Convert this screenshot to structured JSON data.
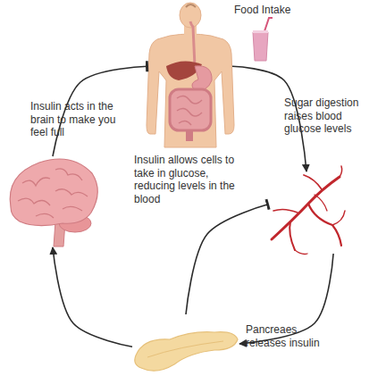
{
  "diagram": {
    "nodes": [
      {
        "text": [
          "Food Intake"
        ]
      },
      {
        "text": []
      },
      {
        "text": [
          "Pancreaes releases insulin"
        ]
      },
      {
        "text": []
      }
    ],
    "edges": [
      {
        "from": 0,
        "to": 1,
        "arrow": "to",
        "label": "Sugar digestion raises blood glucose levels"
      },
      {
        "from": 1,
        "to": 2,
        "arrow": "to"
      },
      {
        "from": 2,
        "to": 3,
        "arrow": "to"
      },
      {
        "from": 3,
        "to": 0,
        "arrow": "to",
        "label": "Insulin acts in the brain to make you feel full"
      },
      {
        "from": 2,
        "to": 1,
        "arrow": "to",
        "label": "Insulin allows cells to take in glucose, reducing levels in the blood"
      }
    ]
  }
}
